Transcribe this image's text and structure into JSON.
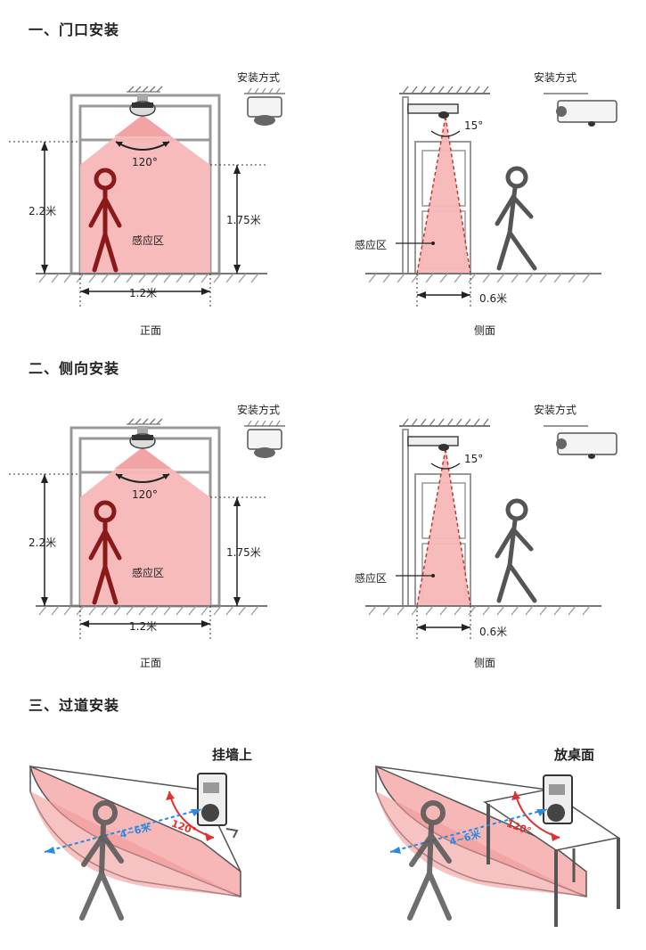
{
  "sections": [
    {
      "title": "一、门口安装"
    },
    {
      "title": "二、侧向安装"
    },
    {
      "title": "三、过道安装"
    }
  ],
  "front_view": {
    "caption": "正面",
    "mount_label": "安装方式",
    "angle": "120°",
    "height_total": "2.2米",
    "height_sensor": "1.75米",
    "width": "1.2米",
    "zone": "感应区"
  },
  "side_view": {
    "caption": "侧面",
    "mount_label": "安装方式",
    "angle": "15°",
    "zone": "感应区",
    "distance": "0.6米"
  },
  "corridor": {
    "wall_mount": {
      "title": "挂墙上",
      "range": "4~6米",
      "angle": "120°"
    },
    "table_mount": {
      "title": "放桌面",
      "range": "4~6米",
      "angle": "120°"
    }
  },
  "colors": {
    "zone_fill": "#f7b7b7",
    "zone_dark": "#f09a9a",
    "frame": "#999999",
    "person_red": "#8a1a1a",
    "person_grey": "#555555",
    "arrow_red": "#e23030",
    "arrow_blue": "#2a8ae0"
  }
}
